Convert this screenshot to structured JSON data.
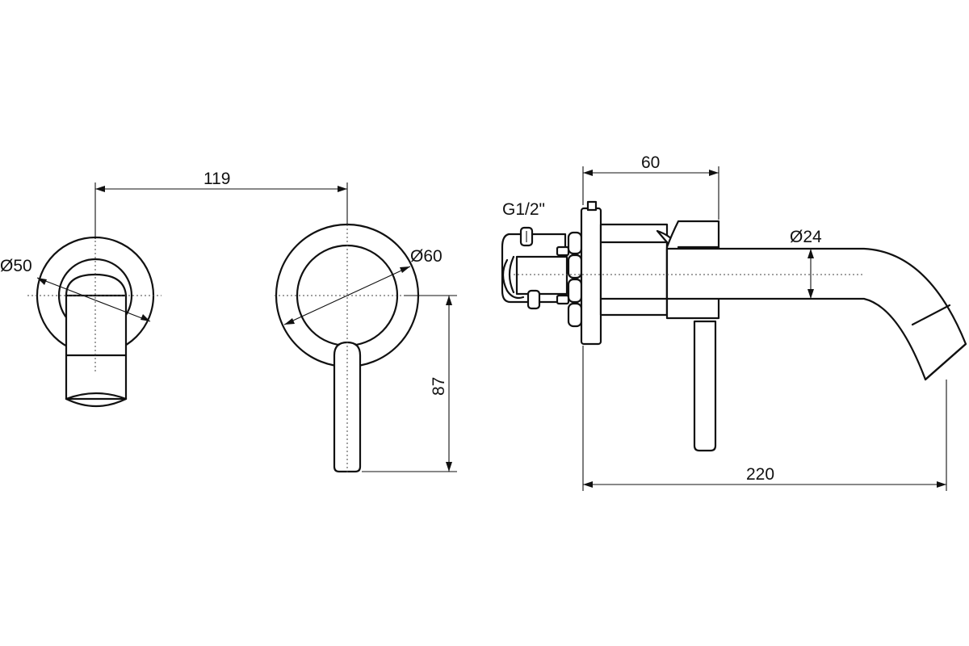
{
  "dimensions": {
    "spout_rosette_diameter": "Ø50",
    "mixer_rosette_diameter": "Ø60",
    "center_distance": "119",
    "lever_drop": "87",
    "body_depth": "60",
    "spout_diameter": "Ø24",
    "total_projection": "220",
    "thread": "G1/2\""
  }
}
